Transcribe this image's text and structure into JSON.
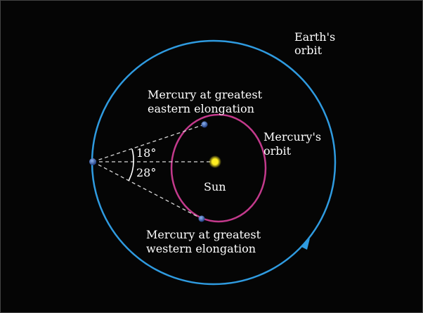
{
  "labels": {
    "earth_orbit_line1": "Earth's",
    "earth_orbit_line2": "orbit",
    "mercury_orbit_line1": "Mercury's",
    "mercury_orbit_line2": "orbit",
    "sun": "Sun",
    "eastern_line1": "Mercury at greatest",
    "eastern_line2": "eastern elongation",
    "western_line1": "Mercury at greatest",
    "western_line2": "western elongation",
    "angle_eastern": "18°",
    "angle_western": "28°"
  },
  "colors": {
    "background": "#050505",
    "earth_orbit": "#2f9be0",
    "mercury_orbit": "#c33a8c",
    "sun": "#ffee22",
    "sightline": "#d8d8d8",
    "planet": "#2a4f9a"
  }
}
